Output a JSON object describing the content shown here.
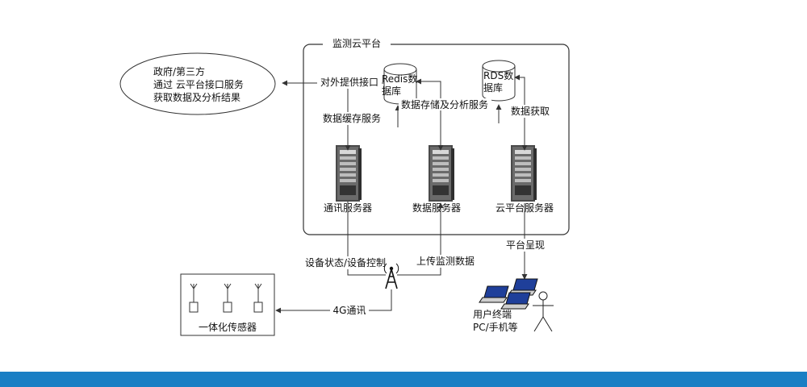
{
  "cloud": {
    "title": "监测云平台"
  },
  "external": {
    "lines": [
      "政府/第三方",
      "通过 云平台接口服务",
      "获取数据及分析结果"
    ]
  },
  "databases": {
    "redis": {
      "lines": [
        "Redis数",
        "据库"
      ]
    },
    "rds": {
      "lines": [
        "RDS数",
        "据库"
      ]
    }
  },
  "servers": {
    "comm": {
      "label": "通讯服务器"
    },
    "data": {
      "label": "数据服务器"
    },
    "cloud": {
      "label": "云平台服务器"
    }
  },
  "edges": {
    "external_api": "对外提供接口",
    "data_cache": "数据缓存服务",
    "storage_analysis": "数据存储及分析服务",
    "data_fetch": "数据获取",
    "platform_view": "平台呈现",
    "device_control": "设备状态/设备控制",
    "upload": "上传监测数据",
    "network_4g": "4G通讯"
  },
  "sensor": {
    "label": "一体化传感器"
  },
  "user": {
    "lines": [
      "用户终端",
      "PC/手机等"
    ]
  },
  "colors": {
    "footer": "#1a7fc4",
    "line": "#333333",
    "server_body": "#4a4a4a",
    "laptop_screen": "#1f3f9a"
  }
}
